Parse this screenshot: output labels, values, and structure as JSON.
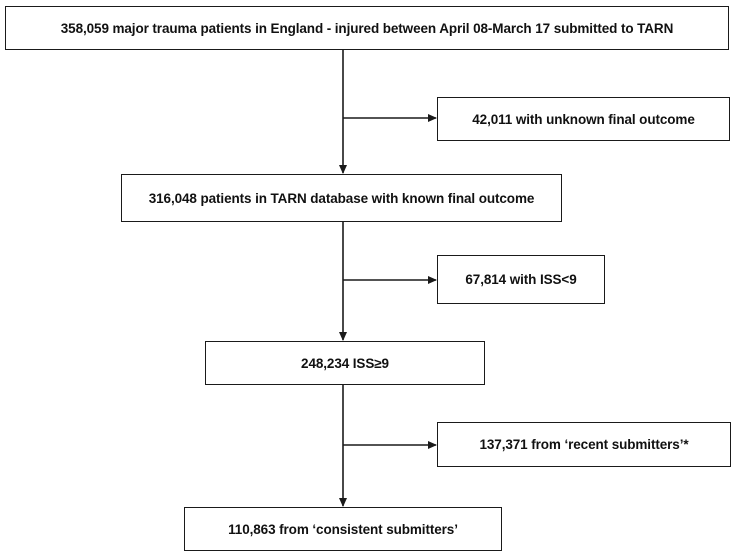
{
  "flowchart": {
    "boxes": [
      {
        "id": "b1",
        "text": "358,059 major trauma patients in England - injured between April 08-March 17 submitted to TARN"
      },
      {
        "id": "b2",
        "text": "42,011 with unknown final outcome"
      },
      {
        "id": "b3",
        "text": "316,048 patients in TARN database with known final outcome"
      },
      {
        "id": "b4",
        "text": "67,814 with ISS<9"
      },
      {
        "id": "b5",
        "text": "248,234 ISS≥9"
      },
      {
        "id": "b6",
        "text": "137,371 from ‘recent submitters’*"
      },
      {
        "id": "b7",
        "text": "110,863 from ‘consistent submitters’"
      }
    ]
  },
  "colors": {
    "stroke": "#1a1a1a",
    "text": "#111111",
    "background": "#ffffff"
  }
}
